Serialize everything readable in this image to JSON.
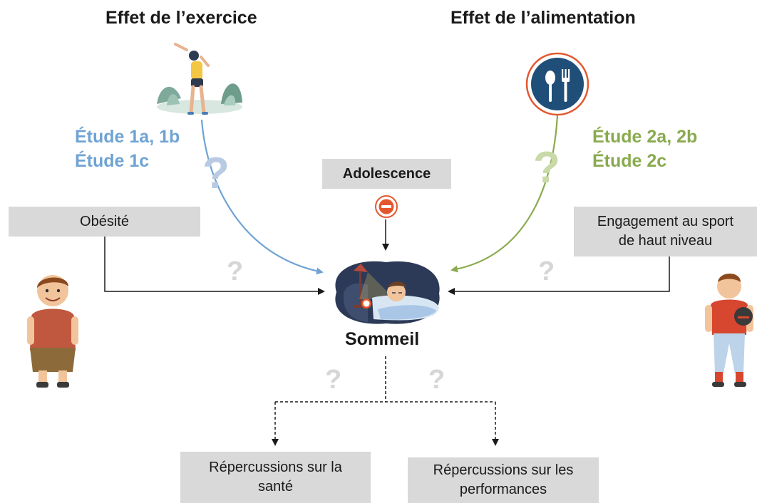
{
  "titles": {
    "exercise": "Effet de l’exercice",
    "food": "Effet de l’alimentation"
  },
  "studies": {
    "left": [
      "Étude 1a, 1b",
      "Étude 1c"
    ],
    "right": [
      "Étude 2a, 2b",
      "Étude 2c"
    ]
  },
  "boxes": {
    "adolescence": "Adolescence",
    "obesity": "Obésité",
    "engagement": [
      "Engagement au sport",
      "de haut niveau"
    ],
    "health": [
      "Répercussions sur la",
      "santé"
    ],
    "performance": [
      "Répercussions sur les",
      "performances"
    ]
  },
  "center_label": "Sommeil",
  "question_mark": "?",
  "colors": {
    "exercise_blue": "#6fa3d4",
    "food_green": "#8aaa4f",
    "box_gray": "#d9d9d9",
    "question_gray": "#d6d6d6",
    "inhibit_red": "#e4572e",
    "arrow_dark": "#1a1a1a",
    "plate_navy": "#1f4e79"
  },
  "icons": {
    "exercise": "stretching-woman-icon",
    "food": "plate-cutlery-icon",
    "inhibition": "minus-circle-icon",
    "sleep": "sleeping-person-icon",
    "obesity": "overweight-boy-icon",
    "athlete": "football-player-icon"
  }
}
